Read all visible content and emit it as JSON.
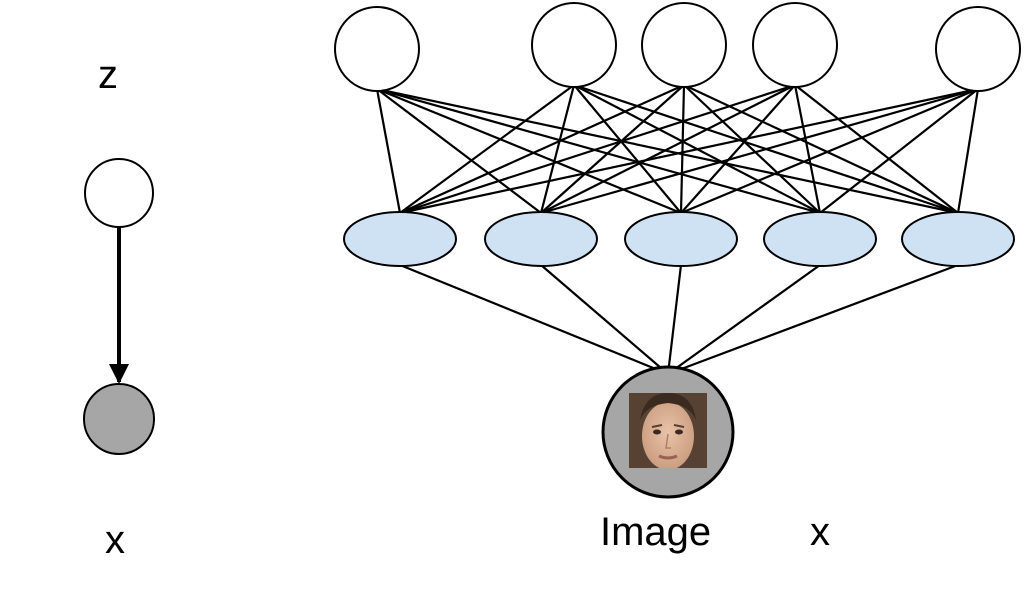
{
  "labels": {
    "latent": "z",
    "observed_left": "x",
    "image": "Image",
    "observed_right": "x"
  },
  "colors": {
    "latent_node_fill": "#ffffff",
    "hidden_node_fill": "#cfe2f3",
    "observed_node_fill": "#a6a6a6",
    "stroke": "#000000"
  },
  "graph": {
    "top_layer_nodes": 5,
    "hidden_layer_nodes": 5,
    "output_nodes": 1,
    "top_to_hidden": "fully-connected",
    "hidden_to_output": "fully-connected"
  }
}
